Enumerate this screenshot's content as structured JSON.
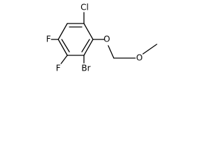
{
  "molecule": {
    "atoms": {
      "cl": "Cl",
      "o1": "O",
      "o2": "O",
      "br": "Br",
      "f1": "F",
      "f2": "F"
    }
  }
}
